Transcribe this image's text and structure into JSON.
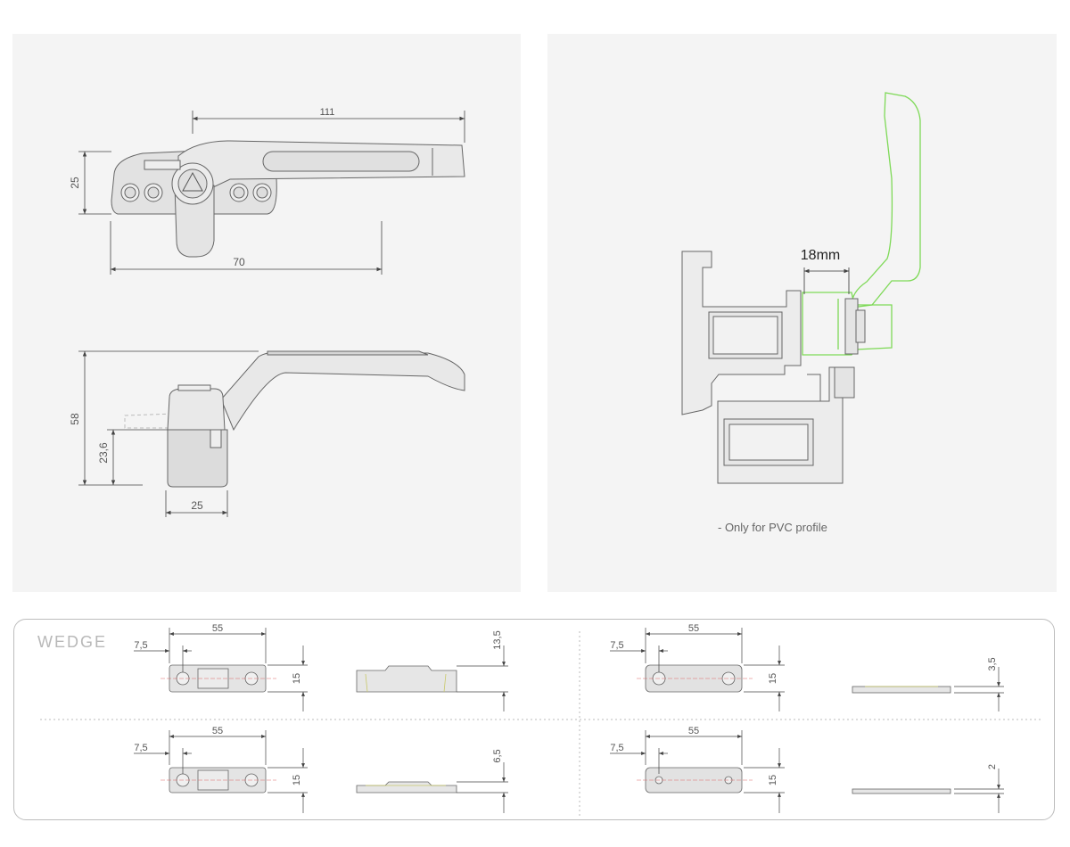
{
  "handle_top_view": {
    "dim_length": "111",
    "dim_height": "25",
    "dim_base": "70"
  },
  "handle_side_view": {
    "dim_total_height": "58",
    "dim_base_height": "23,6",
    "dim_base_width": "25"
  },
  "profile_section": {
    "dim_offset": "18mm",
    "note": "- Only for PVC profile",
    "highlight_color": "#7ed957"
  },
  "wedge": {
    "title": "WEDGE",
    "subtitle": "",
    "items": [
      {
        "width": "55",
        "offset": "7,5",
        "depth": "15",
        "height": "13,5"
      },
      {
        "width": "55",
        "offset": "7,5",
        "depth": "15",
        "height": "3,5"
      },
      {
        "width": "55",
        "offset": "7,5",
        "depth": "15",
        "height": "6,5"
      },
      {
        "width": "55",
        "offset": "7,5",
        "depth": "15",
        "height": "2"
      }
    ]
  }
}
